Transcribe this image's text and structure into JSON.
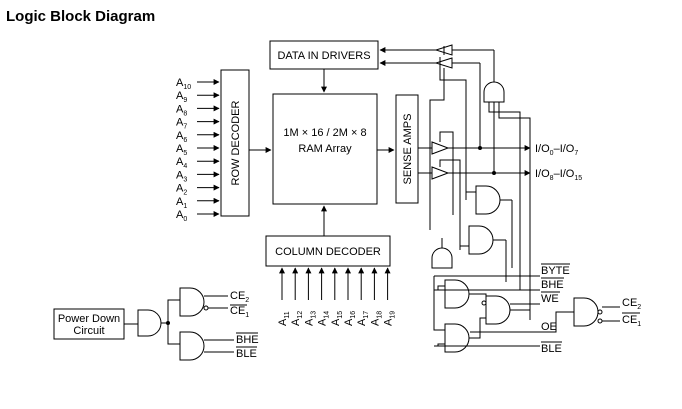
{
  "title": "Logic Block Diagram",
  "blocks": {
    "data_in_drivers": "DATA IN DRIVERS",
    "ram_line1": "1M × 16 / 2M × 8",
    "ram_line2": "RAM Array",
    "row_decoder": "ROW DECODER",
    "sense_amps": "SENSE AMPS",
    "column_decoder": "COLUMN DECODER",
    "power_down_line1": "Power Down",
    "power_down_line2": "Circuit"
  },
  "row_address": {
    "prefix": "A",
    "subs": [
      "10",
      "9",
      "8",
      "7",
      "6",
      "5",
      "4",
      "3",
      "2",
      "1",
      "0"
    ]
  },
  "column_address": {
    "prefix": "A",
    "subs": [
      "11",
      "12",
      "13",
      "14",
      "15",
      "16",
      "17",
      "18",
      "19"
    ]
  },
  "io": {
    "low": {
      "a": "I/O",
      "a_sub": "0",
      "dash": "–I/O",
      "b_sub": "7"
    },
    "high": {
      "a": "I/O",
      "a_sub": "8",
      "dash": "–I/O",
      "b_sub": "15"
    }
  },
  "signals": {
    "byte": "BYTE",
    "bhe": "BHE",
    "we": "WE",
    "oe": "OE",
    "ble": "BLE",
    "ce2_right": {
      "base": "CE",
      "sub": "2"
    },
    "ce1_right": {
      "base": "CE",
      "sub": "1"
    }
  },
  "power_down_signals": {
    "ce2": {
      "base": "CE",
      "sub": "2"
    },
    "ce1": {
      "base": "CE",
      "sub": "1"
    },
    "bhe": "BHE",
    "ble": "BLE"
  }
}
